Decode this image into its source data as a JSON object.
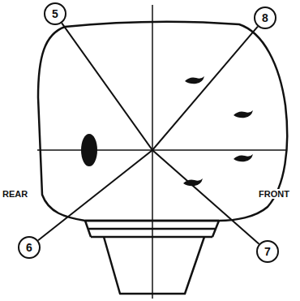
{
  "diagram": {
    "nodes": [
      {
        "text": [
          "5"
        ]
      },
      {
        "text": [
          "8"
        ]
      },
      {
        "text": [
          "6"
        ]
      },
      {
        "text": [
          "7"
        ]
      }
    ],
    "edges": [
      {
        "from": 0,
        "to": 3,
        "arrow": "none"
      },
      {
        "from": 1,
        "to": 2,
        "arrow": "none"
      }
    ],
    "labels": [
      "REAR",
      "FRONT"
    ]
  }
}
